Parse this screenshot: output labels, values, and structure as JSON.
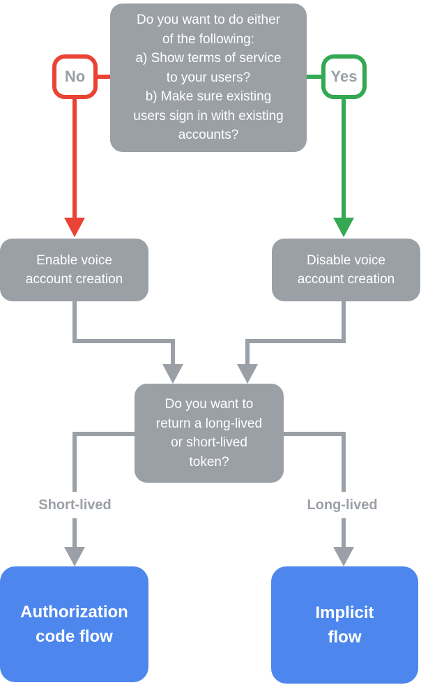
{
  "diagram_type": "flowchart",
  "colors": {
    "node_gray": "#9AA0A6",
    "decision_red": "#EA4335",
    "decision_green": "#34A853",
    "result_blue": "#4D87EE",
    "node_text": "#FFFFFF",
    "label_text": "#9AA0A6",
    "background": "#FFFFFF"
  },
  "nodes": {
    "question_top": {
      "lines": [
        "Do you want to do either",
        "of the following:",
        "a) Show terms of service",
        "to your users?",
        "b) Make sure existing",
        "users sign in with existing",
        "accounts?"
      ]
    },
    "no_badge": {
      "label": "No"
    },
    "yes_badge": {
      "label": "Yes"
    },
    "enable_box": {
      "lines": [
        "Enable voice",
        "account creation"
      ]
    },
    "disable_box": {
      "lines": [
        "Disable voice",
        "account creation"
      ]
    },
    "question_token": {
      "lines": [
        "Do you want to",
        "return a long-lived",
        "or short-lived",
        "token?"
      ]
    },
    "short_lived_label": {
      "label": "Short-lived"
    },
    "long_lived_label": {
      "label": "Long-lived"
    },
    "auth_code_box": {
      "lines": [
        "Authorization",
        "code flow"
      ]
    },
    "implicit_box": {
      "lines": [
        "Implicit",
        "flow"
      ]
    }
  },
  "edges": [
    {
      "from": "question_top",
      "to": "enable_box",
      "label": "No",
      "color": "#EA4335"
    },
    {
      "from": "question_top",
      "to": "disable_box",
      "label": "Yes",
      "color": "#34A853"
    },
    {
      "from": "enable_box",
      "to": "question_token",
      "color": "#9AA0A6"
    },
    {
      "from": "disable_box",
      "to": "question_token",
      "color": "#9AA0A6"
    },
    {
      "from": "question_token",
      "to": "auth_code_box",
      "label": "Short-lived",
      "color": "#9AA0A6"
    },
    {
      "from": "question_token",
      "to": "implicit_box",
      "label": "Long-lived",
      "color": "#9AA0A6"
    }
  ]
}
